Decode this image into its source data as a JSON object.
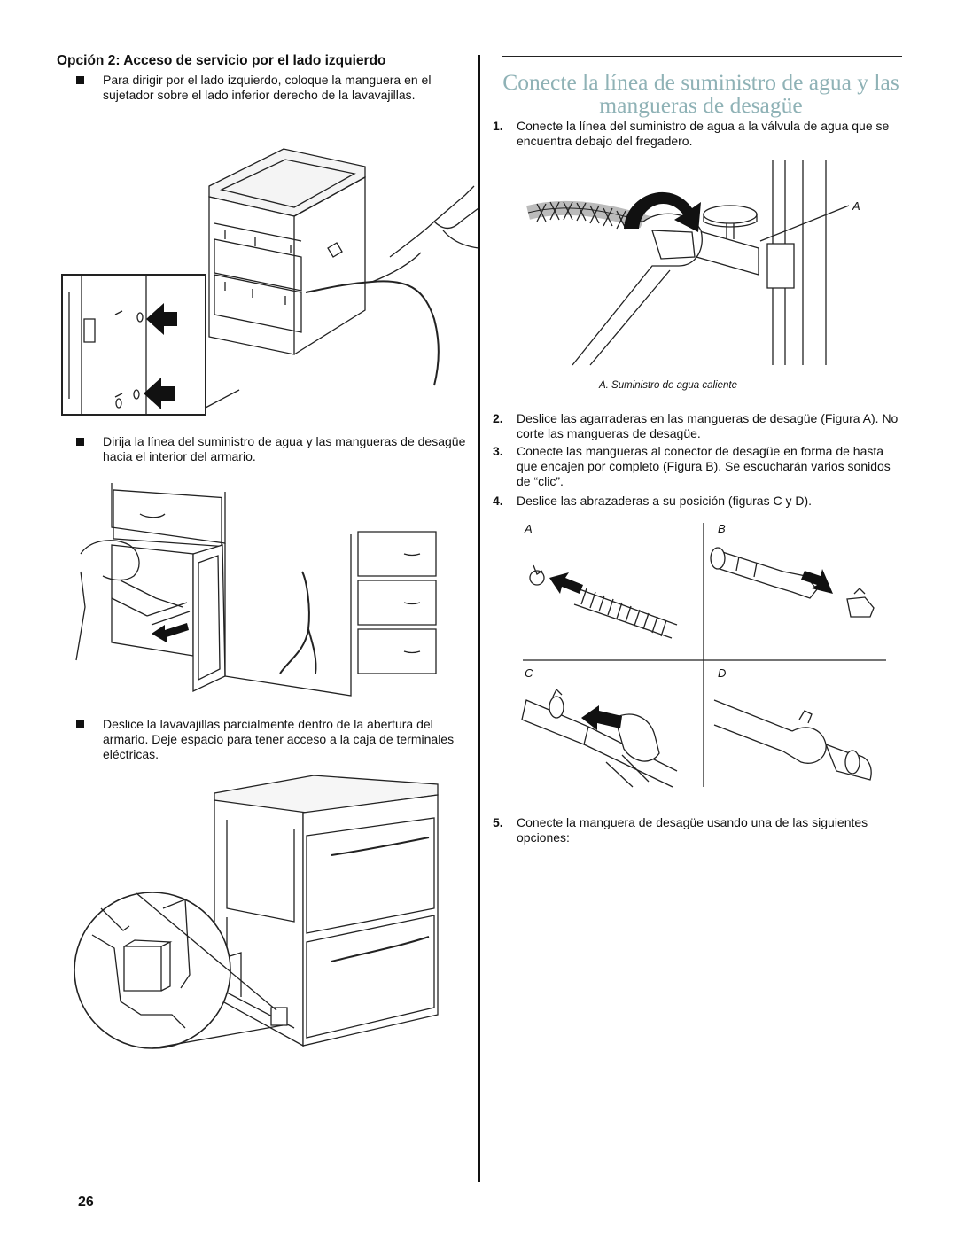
{
  "left": {
    "heading": "Opción 2: Acceso de servicio por el lado izquierdo",
    "bullets": [
      "Para dirigir por el lado izquierdo, coloque la manguera en el sujetador sobre el lado inferior derecho de la lavavajillas.",
      "Dirija la línea del suministro de agua y las mangueras de desagüe hacia el interior del armario.",
      "Deslice la lavavajillas parcialmente dentro de la abertura del armario. Deje espacio para tener acceso a la caja de terminales eléctricas."
    ]
  },
  "right": {
    "title_line1": "Conecte la línea de suministro de agua y las",
    "title_line2": "mangueras de desagüe",
    "steps": [
      {
        "num": "1.",
        "text": "Conecte la línea del suministro de agua a la válvula de agua que se encuentra debajo del fregadero."
      },
      {
        "num": "2.",
        "text": "Deslice las agarraderas en las mangueras de desagüe (Figura A). No corte las mangueras de desagüe."
      },
      {
        "num": "3.",
        "text": "Conecte las mangueras al conector de desagüe en forma de hasta que encajen por completo (Figura B). Se escucharán varios sonidos de “clic”."
      },
      {
        "num": "4.",
        "text": "Deslice las abrazaderas a su posición (figuras C y D)."
      },
      {
        "num": "5.",
        "text": "Conecte la manguera de desagüe usando una de las siguientes opciones:"
      }
    ],
    "valve_callout": "A",
    "valve_caption": "A. Suministro de agua caliente",
    "figure_labels": [
      "A",
      "B",
      "C",
      "D"
    ]
  },
  "page_number": "26"
}
